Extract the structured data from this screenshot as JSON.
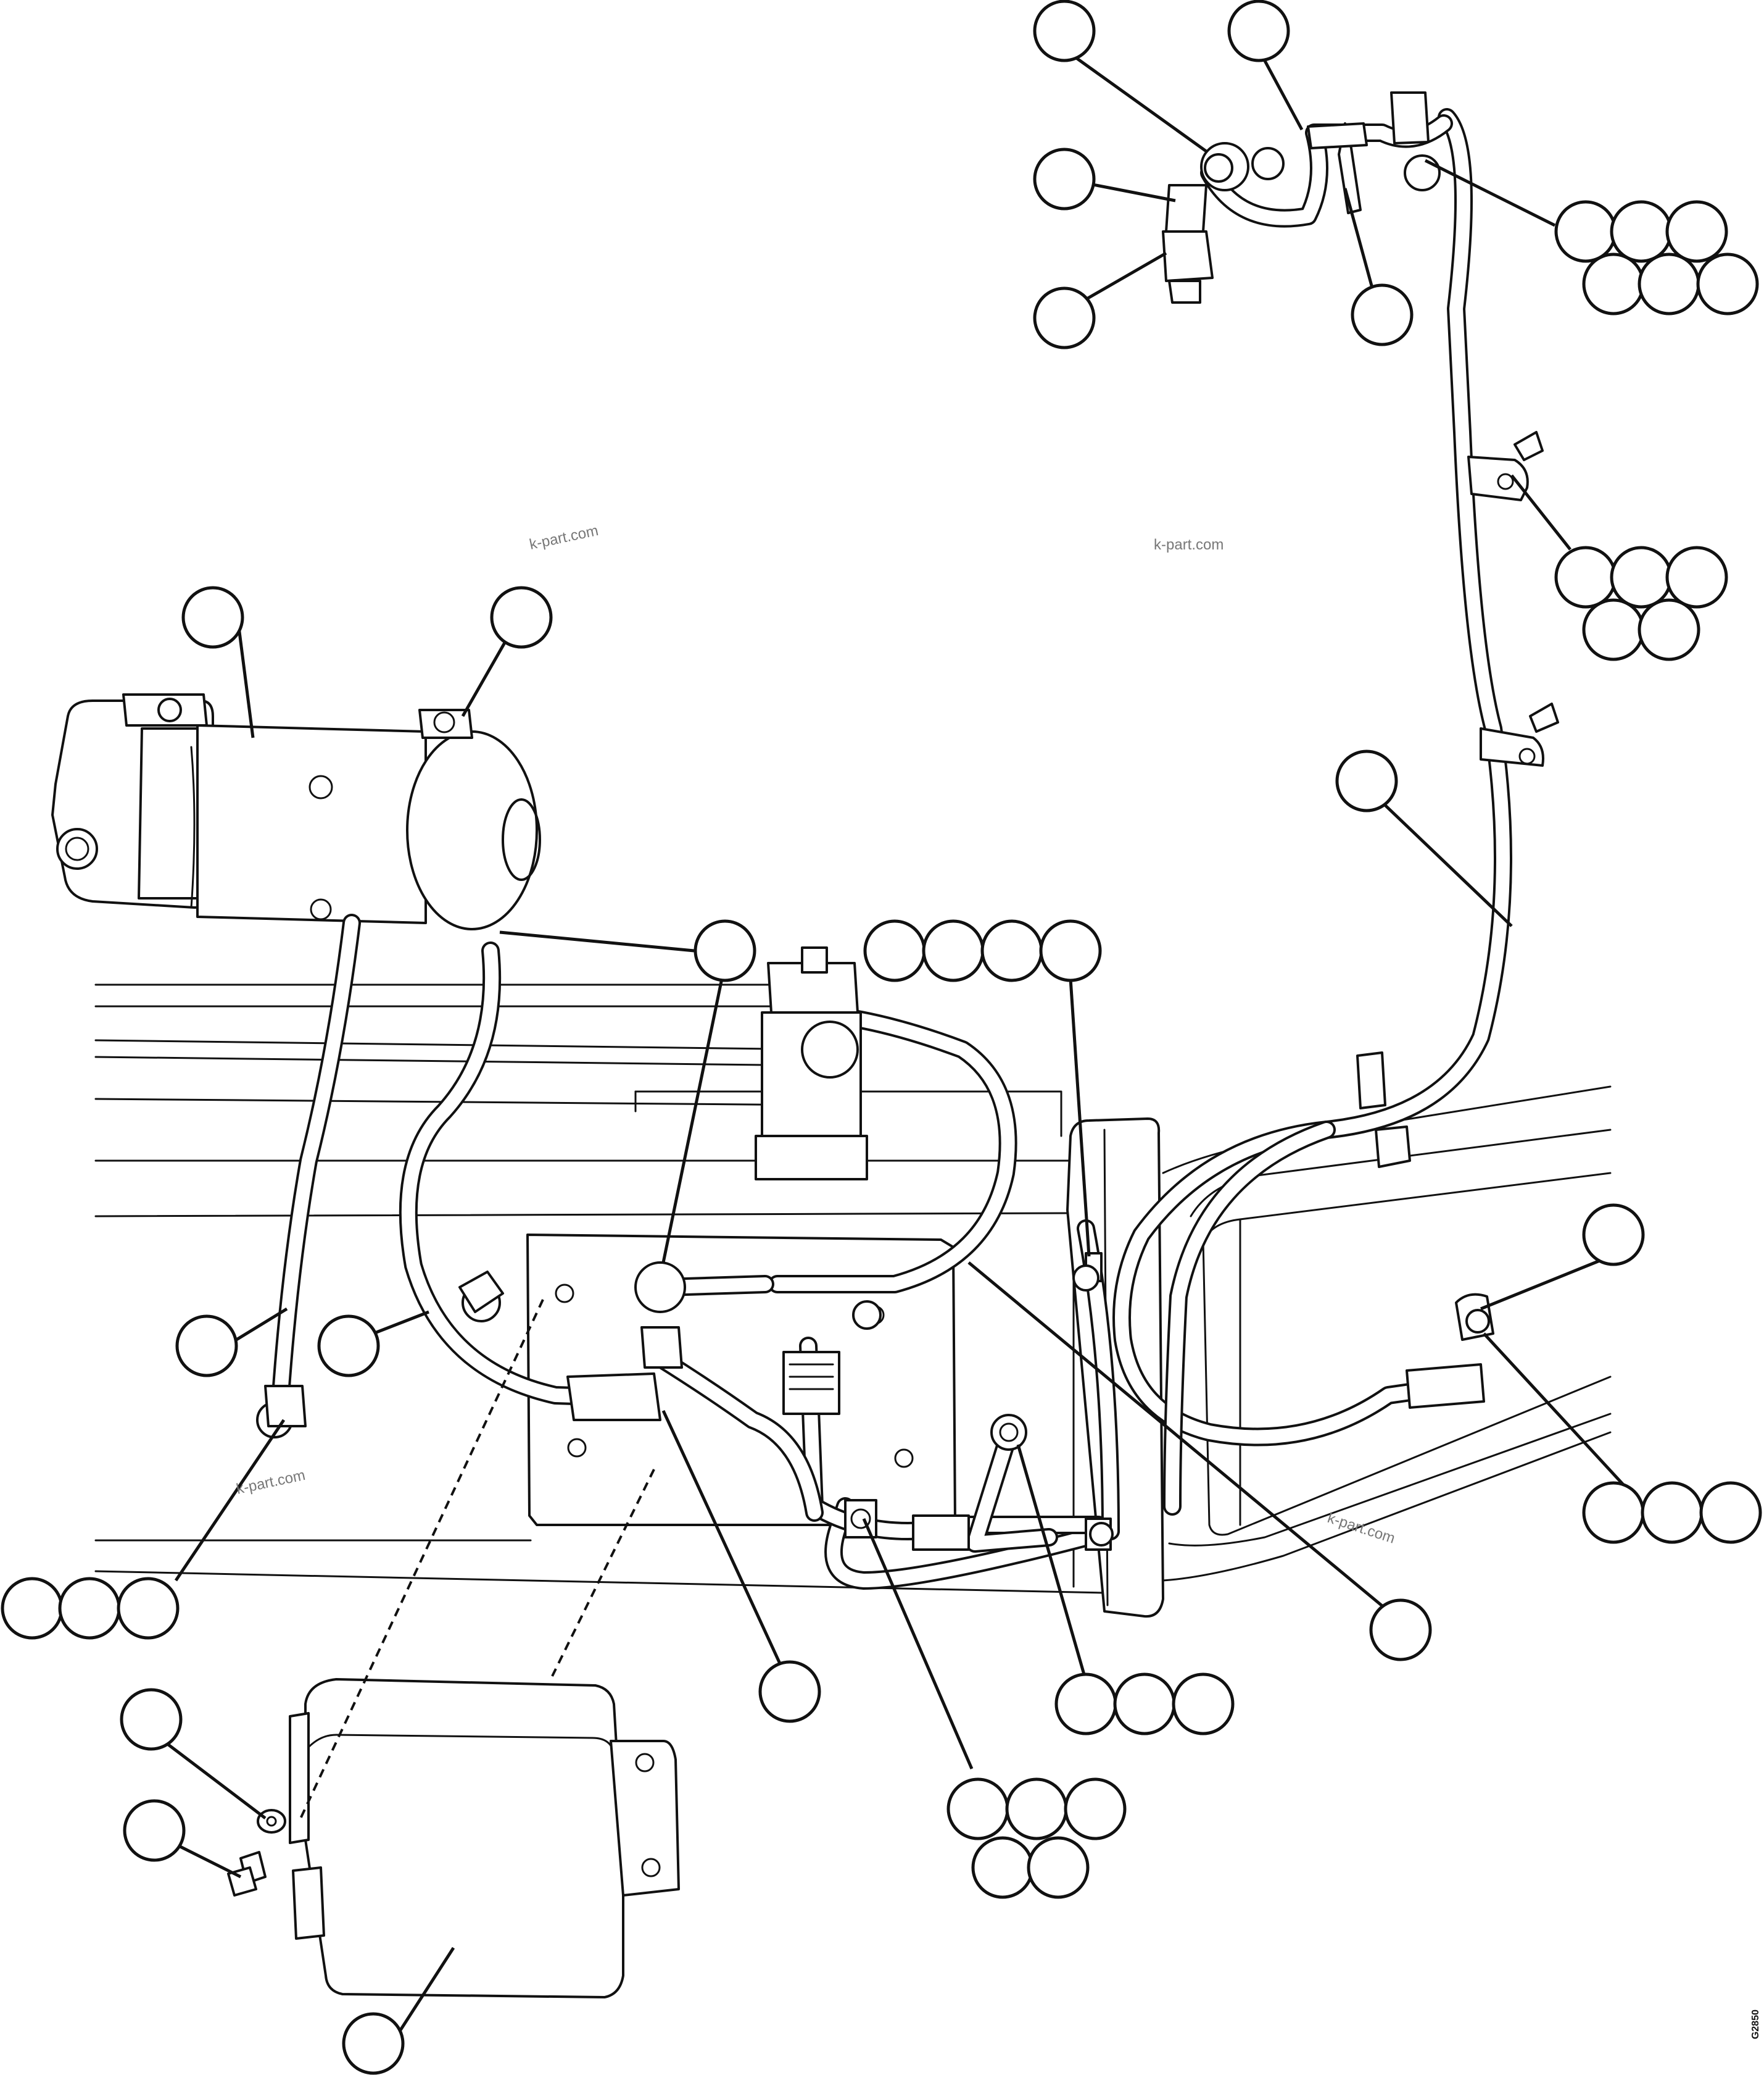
{
  "watermarks": [
    "k-part.com",
    "k-part.com",
    "k-part.com",
    "k-part.com"
  ],
  "drawing_code": "G2850",
  "balloon_groups": [
    {
      "name": "balloon-upper-left",
      "count": 1
    },
    {
      "name": "balloon-upper-mid",
      "count": 1
    },
    {
      "name": "balloon-elbow-fitting",
      "count": 1
    },
    {
      "name": "balloon-adapter-fitting",
      "count": 1
    },
    {
      "name": "balloon-bracket-top",
      "count": 1
    },
    {
      "name": "balloon-cluster-top-right",
      "count": 6
    },
    {
      "name": "balloon-cluster-mid-right",
      "count": 5
    },
    {
      "name": "balloon-pump-motor",
      "count": 1
    },
    {
      "name": "balloon-motor-terminal",
      "count": 1
    },
    {
      "name": "balloon-harness-right",
      "count": 1
    },
    {
      "name": "balloon-grommet",
      "count": 1
    },
    {
      "name": "balloon-row-four",
      "count": 4
    },
    {
      "name": "balloon-relay-right",
      "count": 1
    },
    {
      "name": "balloon-connector-right",
      "count": 3
    },
    {
      "name": "balloon-hose-left",
      "count": 1
    },
    {
      "name": "balloon-fitting-left",
      "count": 1
    },
    {
      "name": "balloon-bottom-left-row",
      "count": 3
    },
    {
      "name": "balloon-harness-center",
      "count": 1
    },
    {
      "name": "balloon-connector-clip",
      "count": 1
    },
    {
      "name": "balloon-ground-lug",
      "count": 3
    },
    {
      "name": "balloon-cluster-bottom",
      "count": 5
    },
    {
      "name": "balloon-washer",
      "count": 1
    },
    {
      "name": "balloon-bolt",
      "count": 1
    },
    {
      "name": "balloon-cover",
      "count": 1
    }
  ]
}
